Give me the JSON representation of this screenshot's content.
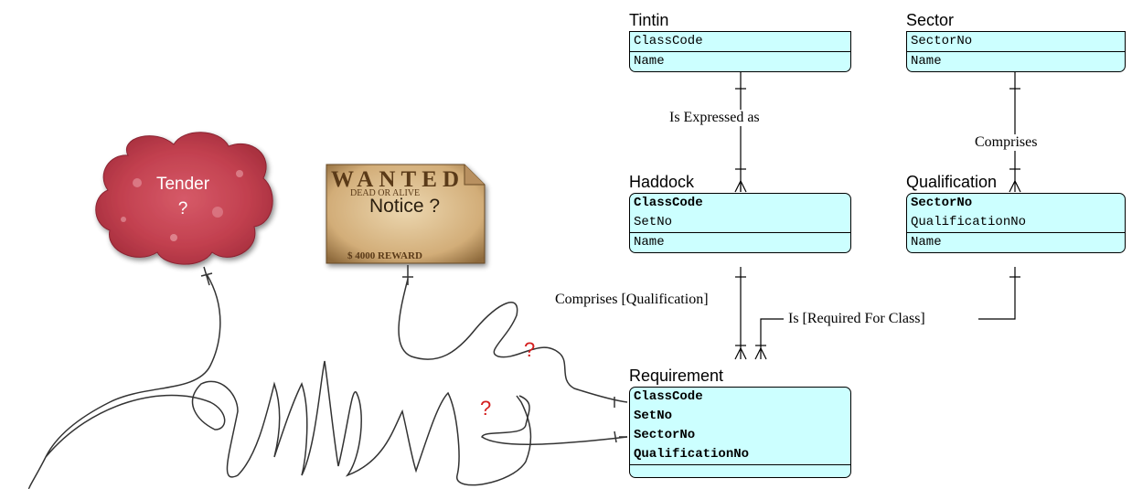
{
  "entities": {
    "tintin": {
      "title": "Tintin",
      "keys": [],
      "attrs1": [
        "ClassCode"
      ],
      "attrs2": [
        "Name"
      ]
    },
    "sector": {
      "title": "Sector",
      "attrs1": [
        "SectorNo"
      ],
      "attrs2": [
        "Name"
      ]
    },
    "haddock": {
      "title": "Haddock",
      "keys": [
        "ClassCode"
      ],
      "attrs1": [
        "SetNo"
      ],
      "attrs2": [
        "Name"
      ]
    },
    "qualification": {
      "title": "Qualification",
      "keys": [
        "SectorNo"
      ],
      "attrs1": [
        "QualificationNo"
      ],
      "attrs2": [
        "Name"
      ]
    },
    "requirement": {
      "title": "Requirement",
      "keys": [
        "ClassCode",
        "SetNo",
        "SectorNo",
        "QualificationNo"
      ]
    }
  },
  "relationships": {
    "tintin_haddock": "Is Expressed as",
    "sector_qualification": "Comprises",
    "haddock_requirement": "Comprises [Qualification]",
    "qualification_requirement": "Is [Required For Class]"
  },
  "tender": {
    "label": "Tender\n?",
    "line1": "Tender",
    "line2": "?"
  },
  "notice": {
    "label": "Notice ?",
    "poster_top": "WANTED",
    "poster_sub": "DEAD OR ALIVE",
    "poster_bottom": "$ 4000 REWARD"
  },
  "question_marks": [
    "?",
    "?"
  ],
  "colors": {
    "entity_fill": "#ccffff",
    "cloud_fill": "#c94a58",
    "question_mark": "#d41e1e",
    "poster_fill": "#d9b98a"
  }
}
